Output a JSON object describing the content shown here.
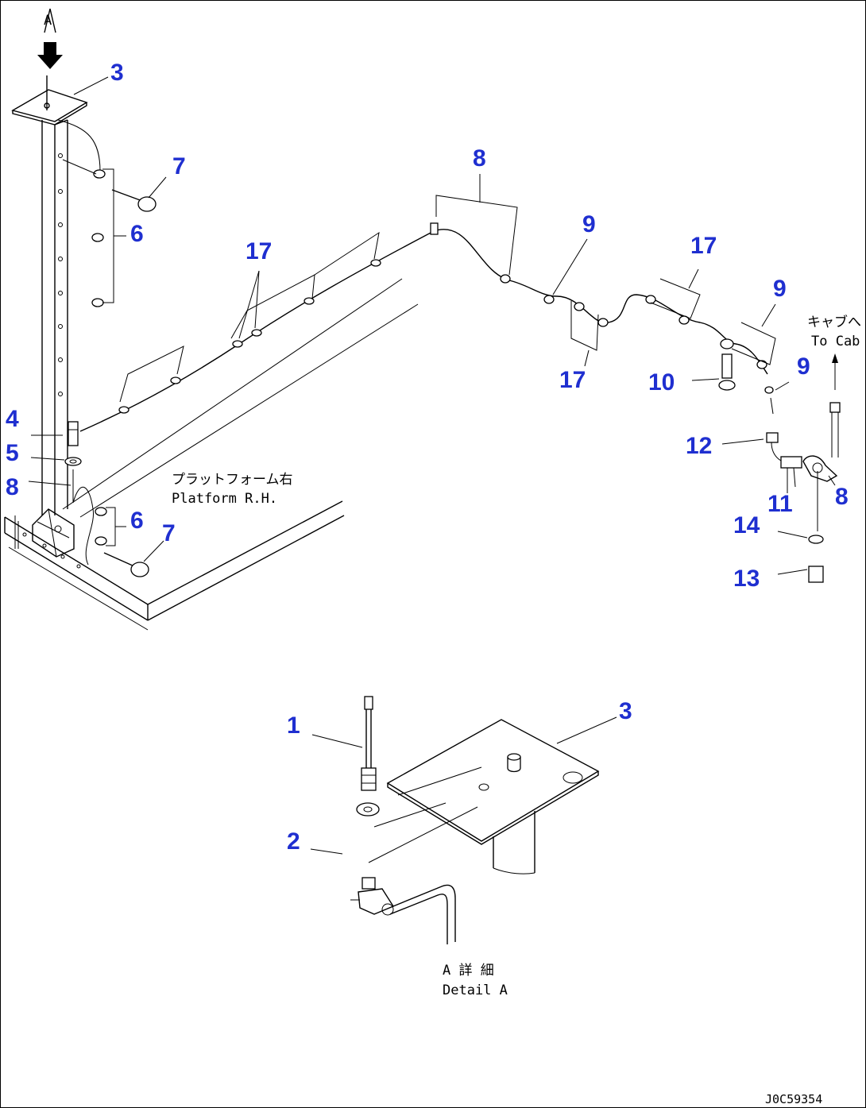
{
  "view_marker": "A",
  "callouts": {
    "c3_top": "3",
    "c7_top": "7",
    "c6_top": "6",
    "c17_a": "17",
    "c8_top": "8",
    "c9_a": "9",
    "c17_b": "17",
    "c9_b": "9",
    "c17_c": "17",
    "c10": "10",
    "c9_c": "9",
    "c4": "4",
    "c5": "5",
    "c8_left": "8",
    "c6_bottom": "6",
    "c7_bottom": "7",
    "c12": "12",
    "c11": "11",
    "c8_right": "8",
    "c14": "14",
    "c13": "13",
    "c1": "1",
    "c3_detail": "3",
    "c2": "2"
  },
  "notes": {
    "to_cab_jp": "キャブへ",
    "to_cab_en": "To Cab",
    "platform_jp": "プラットフォーム右",
    "platform_en": "Platform R.H.",
    "detail_jp": "A 詳 細",
    "detail_en": "Detail A"
  },
  "drawing_code": "J0C59354",
  "colors": {
    "callout": "#1f2fd0",
    "line": "#000000"
  }
}
